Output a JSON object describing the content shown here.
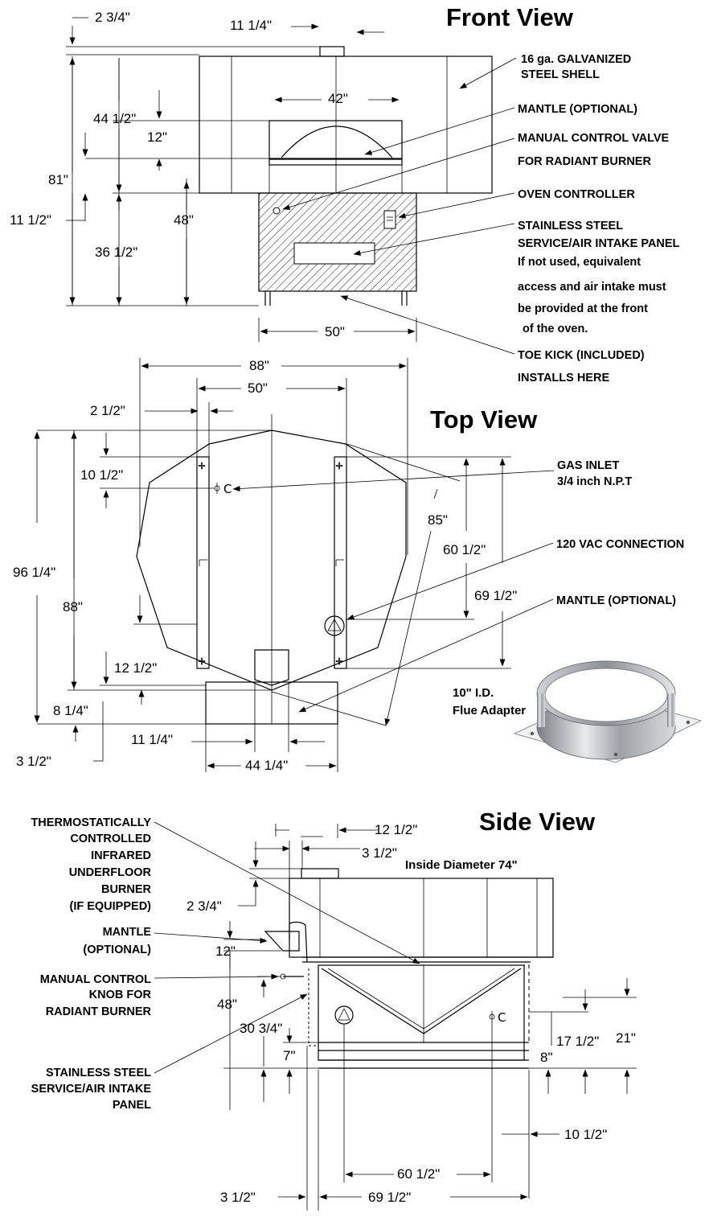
{
  "front_view": {
    "title": "Front View",
    "dims": {
      "d_2_3_4": "2 3/4\"",
      "d_11_1_4": "11 1/4\"",
      "d_42": "42\"",
      "d_44_1_2": "44 1/2\"",
      "d_12": "12\"",
      "d_81": "81\"",
      "d_11_1_2": "11 1/2\"",
      "d_48": "48\"",
      "d_36_1_2": "36 1/2\"",
      "d_50": "50\""
    },
    "callouts": {
      "shell_1": "16 ga. GALVANIZED",
      "shell_2": "STEEL SHELL",
      "mantle": "MANTLE (OPTIONAL)",
      "valve_1": "MANUAL CONTROL VALVE",
      "valve_2": "FOR RADIANT BURNER",
      "controller": "OVEN CONTROLLER",
      "panel_1": "STAINLESS STEEL",
      "panel_2": "SERVICE/AIR INTAKE PANEL",
      "panel_3": "If not used, equivalent",
      "panel_4": "access and air intake must",
      "panel_5": "be provided at the front",
      "panel_6": "of the oven.",
      "toe_1": "TOE KICK (INCLUDED)",
      "toe_2": "INSTALLS HERE"
    }
  },
  "top_view": {
    "title": "Top View",
    "dims": {
      "d_88_top": "88\"",
      "d_50": "50\"",
      "d_2_1_2": "2 1/2\"",
      "d_10_1_2": "10 1/2\"",
      "d_96_1_4": "96 1/4\"",
      "d_88_side": "88\"",
      "d_12_1_2": "12 1/2\"",
      "d_8_1_4": "8 1/4\"",
      "d_3_1_2": "3 1/2\"",
      "d_11_1_4": "11 1/4\"",
      "d_44_1_4": "44 1/4\"",
      "d_85": "85\"",
      "d_60_1_2": "60 1/2\"",
      "d_69_1_2": "69 1/2\""
    },
    "callouts": {
      "gas_1": "GAS INLET",
      "gas_2": "3/4 inch N.P.T",
      "vac": "120 VAC CONNECTION",
      "mantle": "MANTLE (OPTIONAL)"
    },
    "flue_1": "10\" I.D.",
    "flue_2": "Flue Adapter"
  },
  "side_view": {
    "title": "Side View",
    "inside_diameter": "Inside Diameter 74\"",
    "dims": {
      "d_12_1_2": "12 1/2\"",
      "d_3_1_2_top": "3 1/2\"",
      "d_2_3_4": "2 3/4\"",
      "d_12": "12\"",
      "d_48": "48\"",
      "d_30_3_4": "30 3/4\"",
      "d_7": "7\"",
      "d_17_1_2": "17 1/2\"",
      "d_21": "21\"",
      "d_8": "8\"",
      "d_10_1_2": "10 1/2\"",
      "d_60_1_2": "60 1/2\"",
      "d_3_1_2_bottom": "3 1/2\"",
      "d_69_1_2": "69 1/2\""
    },
    "callouts": {
      "thermo_1": "THERMOSTATICALLY",
      "thermo_2": "CONTROLLED",
      "thermo_3": "INFRARED",
      "thermo_4": "UNDERFLOOR",
      "thermo_5": "BURNER",
      "thermo_6": "(IF EQUIPPED)",
      "mantle_1": "MANTLE",
      "mantle_2": "(OPTIONAL)",
      "knob_1": "MANUAL CONTROL",
      "knob_2": "KNOB FOR",
      "knob_3": "RADIANT BURNER",
      "panel_1": "STAINLESS STEEL",
      "panel_2": "SERVICE/AIR INTAKE",
      "panel_3": "PANEL"
    }
  }
}
